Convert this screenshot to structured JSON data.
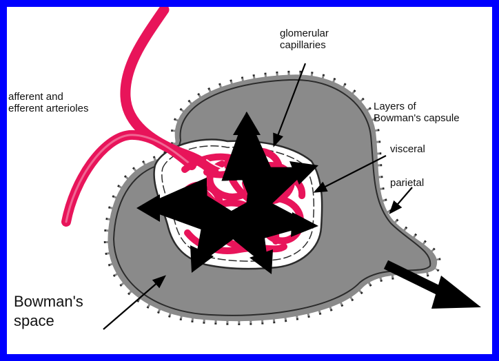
{
  "labels": {
    "glomerular_line1": "glomerular",
    "glomerular_line2": "capillaries",
    "afferent_line1": "afferent and",
    "afferent_line2": "efferent arterioles",
    "layers_line1": "Layers of",
    "layers_line2": "Bowman's capsule",
    "visceral": "visceral",
    "parietal": "parietal",
    "space_line1": "Bowman's",
    "space_line2": "space"
  },
  "colors": {
    "frame": "#0000ff",
    "capsule_fill": "#8c8c8c",
    "capillaries": "#e8145a",
    "arrows": "#000000"
  }
}
